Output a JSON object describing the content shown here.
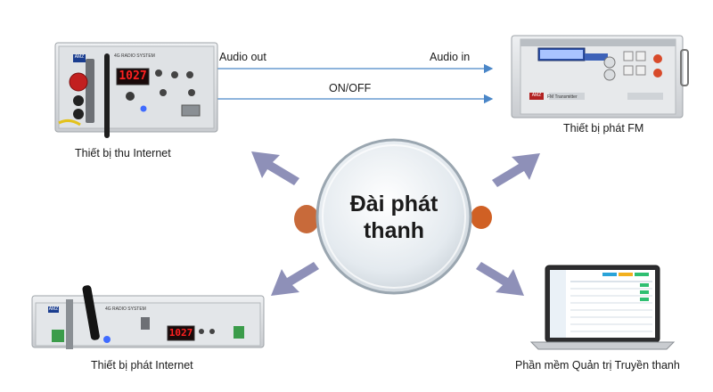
{
  "hub": {
    "line1": "Đài phát",
    "line2": "thanh"
  },
  "connections": {
    "audio_out": "Audio out",
    "audio_in": "Audio in",
    "on_off": "ON/OFF"
  },
  "devices": {
    "receiver": {
      "caption": "Thiết bị thu Internet",
      "brand": "AMZ",
      "model_label": "4G RADIO SYSTEM",
      "display": "1027"
    },
    "fm_transmitter": {
      "caption": "Thiết bị phát FM",
      "brand": "AMZ",
      "panel_label": "FM Transmitter"
    },
    "internet_transmitter": {
      "caption": "Thiết bị phát Internet",
      "brand": "AMZ",
      "model_label": "4G RADIO SYSTEM",
      "display": "1027"
    },
    "software": {
      "caption": "Phần mềm Quản trị Truyền thanh"
    }
  },
  "colors": {
    "arrow": "#8e90b8",
    "line": "#4a86c8",
    "device_body": "#d9dcdf",
    "display_red": "#ff2020",
    "hub_fill": "#e9eef2"
  }
}
